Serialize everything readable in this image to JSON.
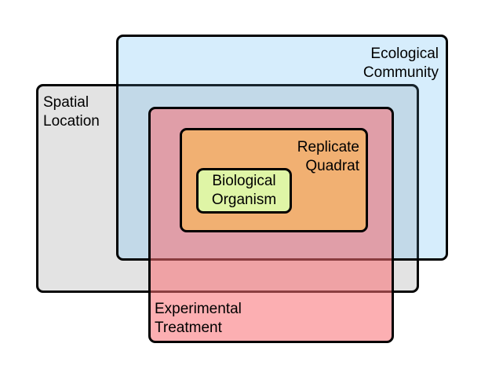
{
  "diagram": {
    "sets": [
      {
        "id": "spatial-location",
        "lines": [
          "Spatial",
          "Location"
        ]
      },
      {
        "id": "ecological-community",
        "lines": [
          "Ecological",
          "Community"
        ]
      },
      {
        "id": "experimental-treatment",
        "lines": [
          "Experimental",
          "Treatment"
        ]
      },
      {
        "id": "replicate-quadrat",
        "lines": [
          "Replicate",
          "Quadrat"
        ]
      },
      {
        "id": "biological-organism",
        "lines": [
          "Biological",
          "Organism"
        ]
      }
    ],
    "colors": {
      "spatial": "#e3e3e3",
      "ecological": "#d6ecfb",
      "treatment": "#f8a8aa",
      "quadrat": "#edb581",
      "organism": "#dff5a6",
      "border": "#000000"
    }
  }
}
